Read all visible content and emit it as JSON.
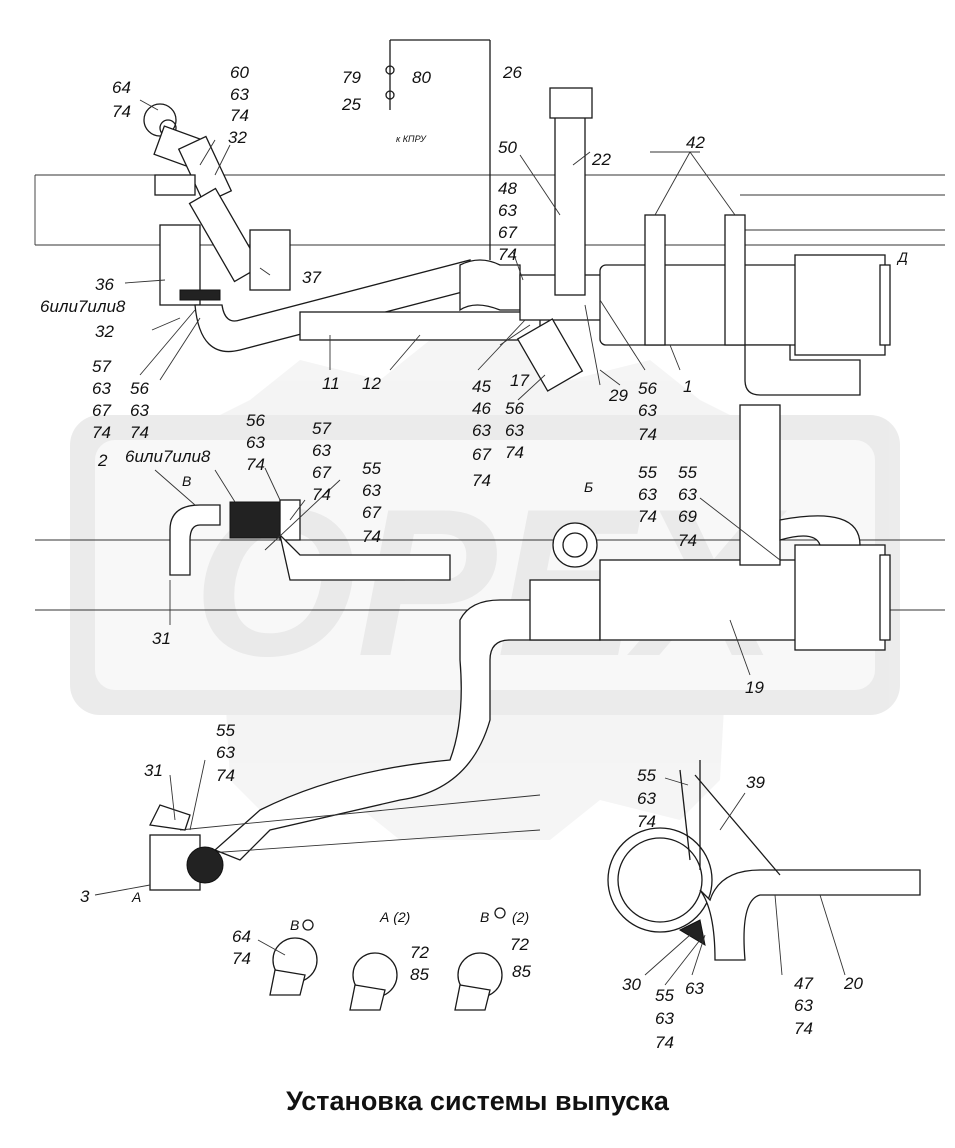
{
  "title": "Установка системы выпуска",
  "watermark": "OPEX",
  "colors": {
    "line": "#1a1a1a",
    "watermark": "#e6e6e6"
  },
  "labels": {
    "l64a": "64",
    "l74a": "74",
    "l60": "60",
    "l63a": "63",
    "l74b": "74",
    "l32a": "32",
    "l79": "79",
    "l80": "80",
    "l25": "25",
    "l26": "26",
    "note_kpu": "к КПРУ",
    "l50": "50",
    "l48": "48",
    "l63b": "63",
    "l67a": "67",
    "l74c": "74",
    "l22": "22",
    "l42": "42",
    "l36": "36",
    "l6or7or8a": "6или7или8",
    "l32b": "32",
    "l37": "37",
    "l57a": "57",
    "l63c": "63",
    "l67b": "67",
    "l74d": "74",
    "l56a": "56",
    "l63d": "63",
    "l74e": "74",
    "l11": "11",
    "l12": "12",
    "l45": "45",
    "l46": "46",
    "l63e": "63",
    "l67c": "67",
    "l74f": "74",
    "l17": "17",
    "l56b": "56",
    "l63f": "63",
    "l74g": "74",
    "l29": "29",
    "l56c": "56",
    "l63g": "63",
    "l74h": "74",
    "l1": "1",
    "l2": "2",
    "l6or7or8b": "6или7или8",
    "l56d": "56",
    "l63h": "63",
    "l74i": "74",
    "l57b": "57",
    "l63i": "63",
    "l67d": "67",
    "l74j": "74",
    "l55a": "55",
    "l63j": "63",
    "l67e": "67",
    "l74k": "74",
    "arrow_b": "Б",
    "l55b": "55",
    "l63k": "63",
    "l74l": "74",
    "l55c": "55",
    "l63l": "63",
    "l69": "69",
    "l74m": "74",
    "l31a": "31",
    "l19": "19",
    "arrow_v1": "В",
    "l55d": "55",
    "l63m": "63",
    "l74n": "74",
    "l31b": "31",
    "l3": "3",
    "arrow_a1": "А",
    "l55e": "55",
    "l63n": "63",
    "l74o": "74",
    "l39": "39",
    "view_v": "В",
    "l64b": "64",
    "l74p": "74",
    "view_a": "А (2)",
    "l72a": "72",
    "l85a": "85",
    "view_v2": "В",
    "view_v2_count": "(2)",
    "l72b": "72",
    "l85b": "85",
    "l30": "30",
    "l55f": "55",
    "l63o": "63",
    "l74q": "74",
    "l63p": "63",
    "l47": "47",
    "l63q": "63",
    "l74r": "74",
    "l20": "20",
    "arrow_d": "Д"
  }
}
